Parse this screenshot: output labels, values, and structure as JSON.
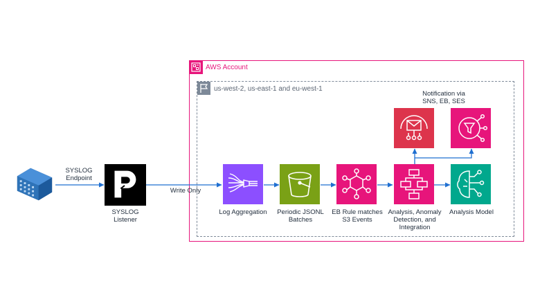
{
  "account": {
    "label": "AWS Account",
    "color": "#e7157b"
  },
  "region": {
    "label": "us-west-2, us-east-1 and eu-west-1",
    "color": "#7d8998"
  },
  "nodes": {
    "building": {
      "icon": "building-icon",
      "color": "#2e73b8"
    },
    "syslog_endpoint": {
      "label_line1": "SYSLOG",
      "label_line2": "Endpoint"
    },
    "listener": {
      "icon": "papertrail-logo-icon",
      "label_line1": "SYSLOG",
      "label_line2": "Listener"
    },
    "write_only": {
      "label": "Write Only"
    },
    "log_aggregation": {
      "icon": "firehose-icon",
      "label": "Log Aggregation",
      "color": "#8c4fff"
    },
    "jsonl_batches": {
      "icon": "s3-bucket-icon",
      "label_line1": "Periodic JSONL",
      "label_line2": "Batches",
      "color": "#7aa116"
    },
    "eb_rule": {
      "icon": "eventbridge-icon",
      "label_line1": "EB Rule matches",
      "label_line2": "S3 Events",
      "color": "#e7157b"
    },
    "analysis": {
      "icon": "step-functions-icon",
      "label_line1": "Analysis, Anomaly",
      "label_line2": "Detection, and",
      "label_line3": "Integration",
      "color": "#e7157b"
    },
    "analysis_model": {
      "icon": "bedrock-icon",
      "label": "Analysis Model",
      "color": "#01a88d"
    },
    "notification": {
      "label_line1": "Notification via",
      "label_line2": "SNS, EB, SES"
    },
    "sns": {
      "icon": "sns-icon",
      "color": "#dd344c"
    },
    "eventbridge_notify": {
      "icon": "eventbridge-icon",
      "color": "#e7157b"
    }
  },
  "edge_color": "#1f6fd1"
}
